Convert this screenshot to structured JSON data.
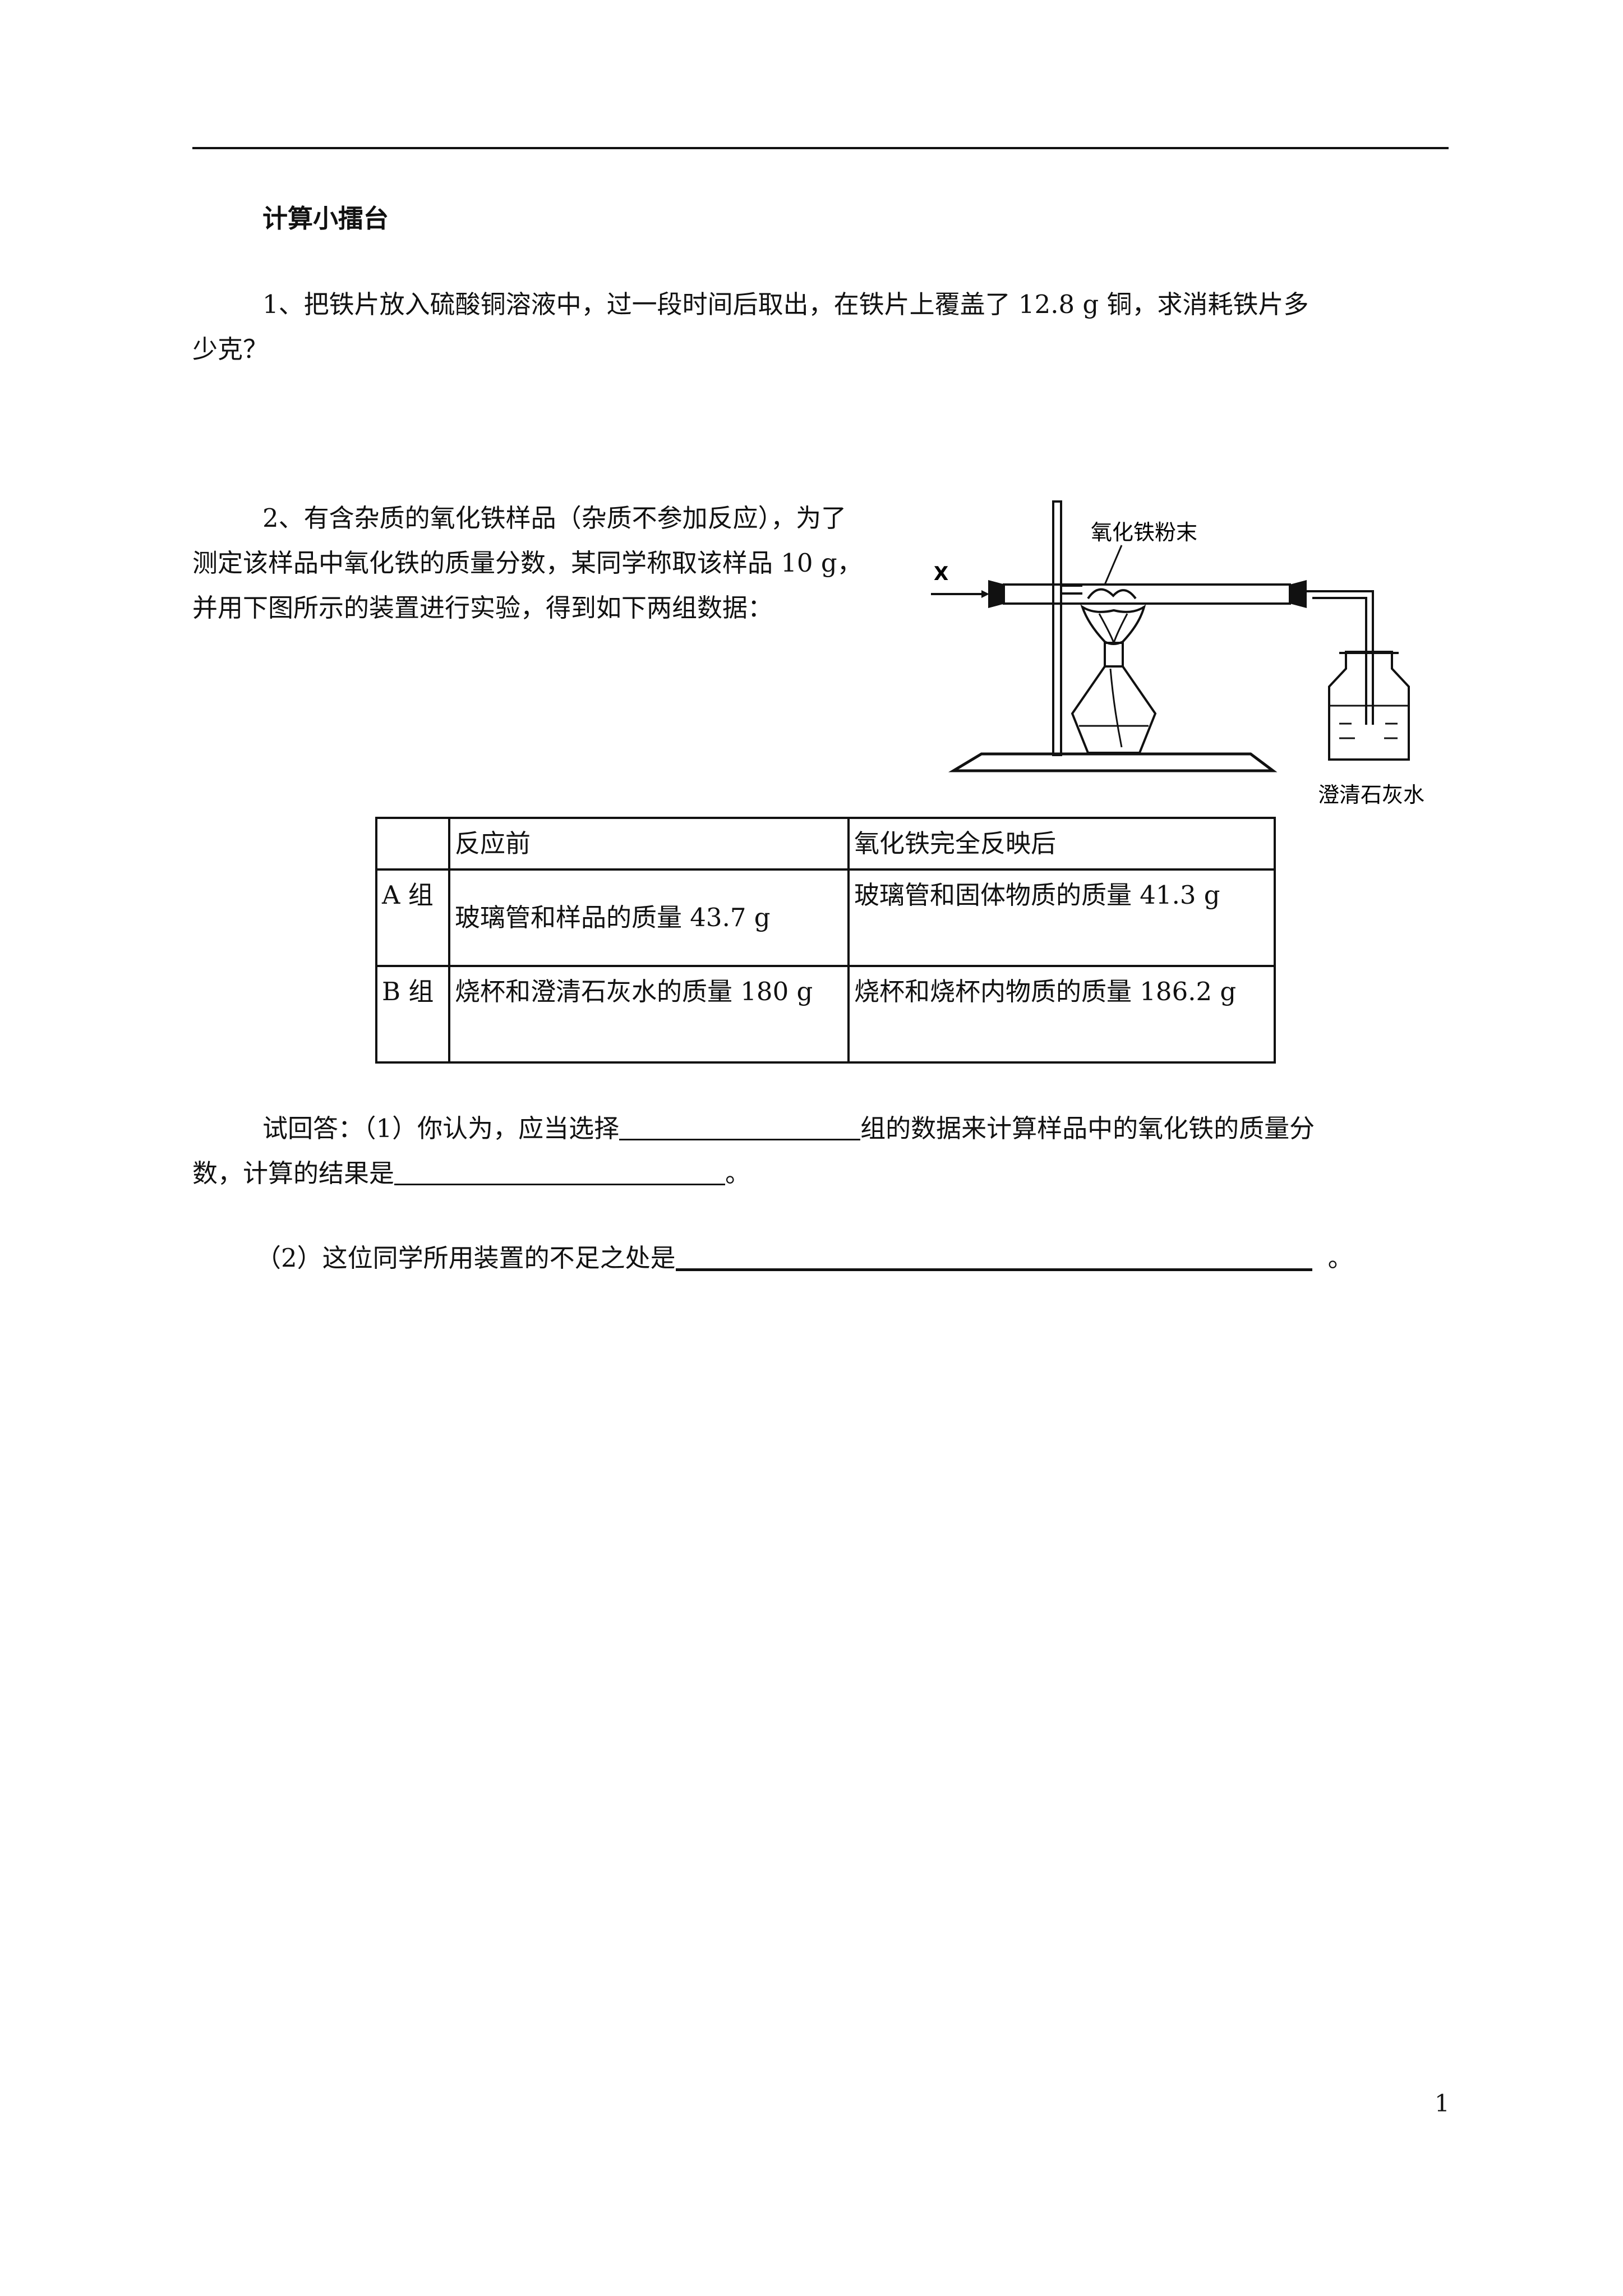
{
  "section_title": "计算小擂台",
  "q1": {
    "line1": "1、把铁片放入硫酸铜溶液中，过一段时间后取出，在铁片上覆盖了 12.8 g 铜，求消耗铁片多",
    "line2": "少克？"
  },
  "q2": {
    "line1": "2、有含杂质的氧化铁样品（杂质不参加反应），为了",
    "line2": "测定该样品中氧化铁的质量分数，某同学称取该样品 10 g，",
    "line3": "并用下图所示的装置进行实验，得到如下两组数据："
  },
  "figure": {
    "label_powder": "氧化铁粉末",
    "label_x": "X",
    "label_limewater": "澄清石灰水"
  },
  "table": {
    "header": [
      "",
      "反应前",
      "氧化铁完全反映后"
    ],
    "rows": [
      [
        "A 组",
        "玻璃管和样品的质量 43.7 g",
        "玻璃管和固体物质的质量 41.3 g"
      ],
      [
        "B 组",
        "烧杯和澄清石灰水的质量 180 g",
        "烧杯和烧杯内物质的质量 186.2 g"
      ]
    ]
  },
  "answers": {
    "a1_part1": "试回答：（1）你认为，应当选择",
    "a1_part2": "组的数据来计算样品中的氧化铁的质量分",
    "a1_part3": "数，计算的结果是",
    "a1_part4": "。",
    "a2_part1": "（2）这位同学所用装置的不足之处是",
    "a2_part2": "。"
  },
  "page_number": "1"
}
